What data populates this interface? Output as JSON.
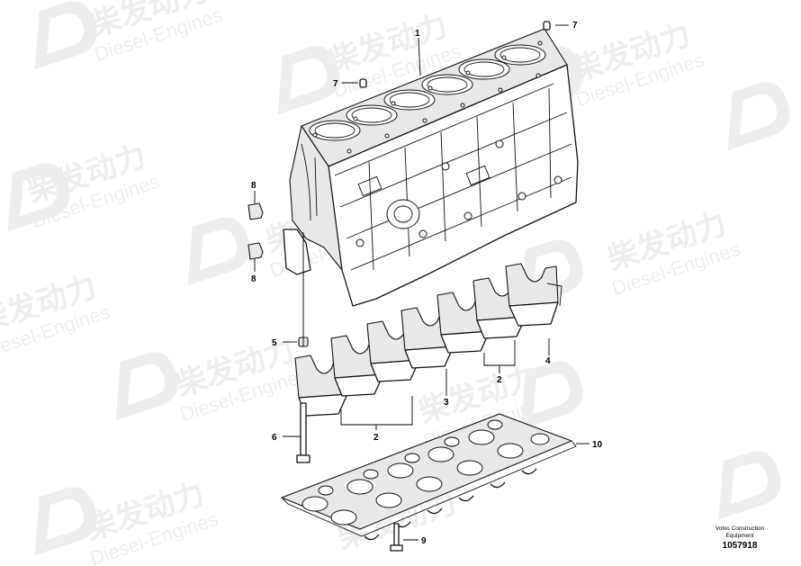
{
  "watermark": {
    "cn": "柴发动力",
    "en": "Diesel-Engines"
  },
  "callouts": {
    "c1": "1",
    "c2a": "2",
    "c2b": "2",
    "c3": "3",
    "c4": "4",
    "c5": "5",
    "c6": "6",
    "c7a": "7",
    "c7b": "7",
    "c8a": "8",
    "c8b": "8",
    "c9": "9",
    "c10": "10"
  },
  "caption": {
    "line1": "Volvo Construction",
    "line2": "Equipment",
    "number": "1057918"
  }
}
